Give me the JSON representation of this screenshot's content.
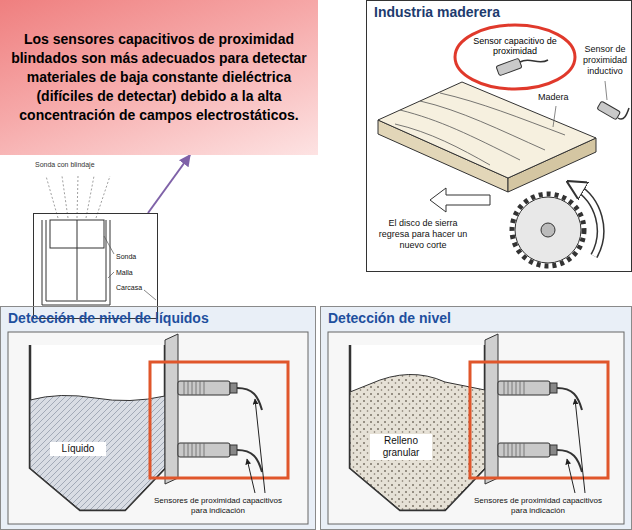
{
  "diagram": {
    "nodes": [
      {
        "text": [
          "Los sensores capacitivos de proximidad blindados son más adecuados para detectar materiales de baja constante dieléctrica (difíciles de detectar) debido a la alta concentración de campos electrostáticos."
        ]
      },
      {
        "text": [
          "Sonda con blindaje"
        ]
      },
      {
        "text": [
          "Industria maderera"
        ]
      },
      {
        "text": [
          "Sensor capacitivo de proximidad"
        ],
        "in": 2
      },
      {
        "text": [
          "Detección de nivel de líquidos"
        ]
      },
      {
        "text": [
          "Detección de nivel"
        ]
      }
    ],
    "edges": [
      {
        "from": 1,
        "to": 0,
        "arrow": "to"
      }
    ],
    "labels": [
      "Sonda",
      "Malla",
      "Carcasa",
      "Madera",
      "Sensor de proximidad inductivo",
      "El disco de sierra regresa para hacer un nuevo corte",
      "Líquido",
      "Sensores de proximidad capacitivos para indicación",
      "Relleno granular",
      "Sensores de proximidad capacitivos para indicación"
    ]
  }
}
